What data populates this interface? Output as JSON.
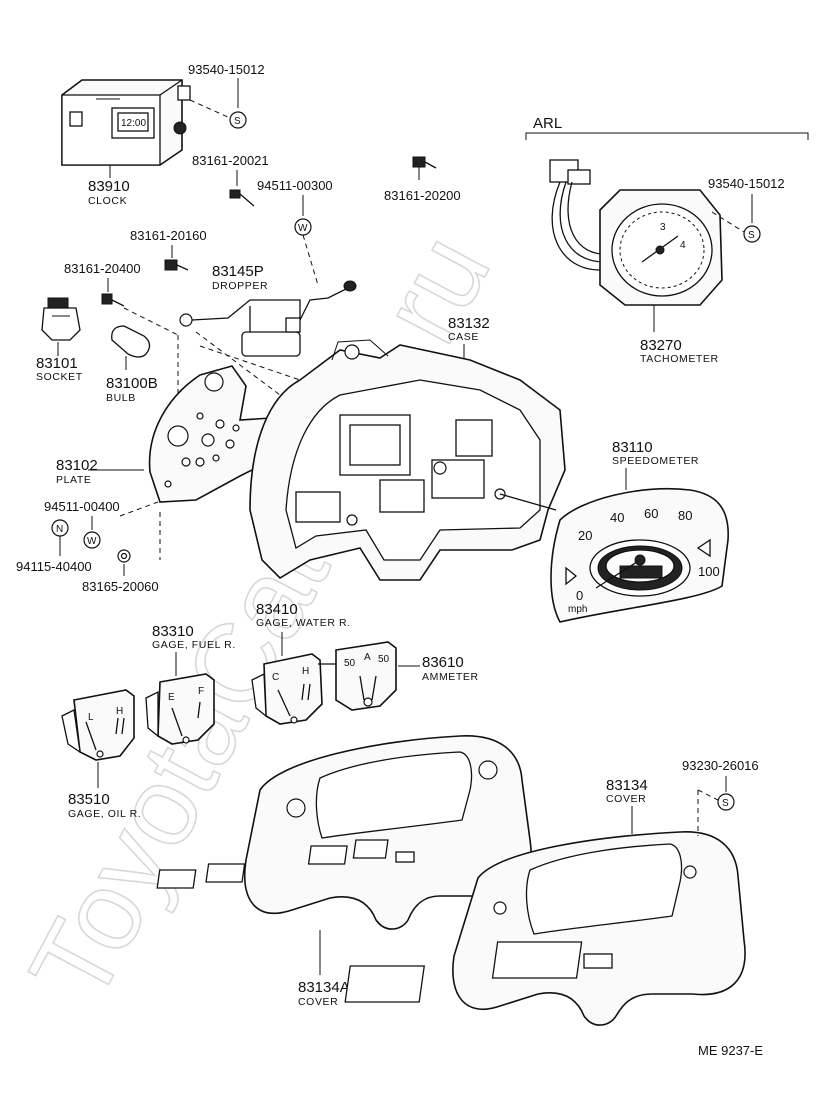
{
  "watermark": "ToyotaCatalog.ru",
  "figure_code": "ME  9237-E",
  "variant_label": "ARL",
  "parts": [
    {
      "id": "clock",
      "number": "83910",
      "name": "CLOCK"
    },
    {
      "id": "socket",
      "number": "83101",
      "name": "SOCKET"
    },
    {
      "id": "bulb",
      "number": "83100B",
      "name": "BULB"
    },
    {
      "id": "plate",
      "number": "83102",
      "name": "PLATE"
    },
    {
      "id": "dropper",
      "number": "83145P",
      "name": "DROPPER"
    },
    {
      "id": "case",
      "number": "83132",
      "name": "CASE"
    },
    {
      "id": "tachometer",
      "number": "83270",
      "name": "TACHOMETER"
    },
    {
      "id": "speedometer",
      "number": "83110",
      "name": "SPEEDOMETER"
    },
    {
      "id": "gage_fuel",
      "number": "83310",
      "name": "GAGE, FUEL R."
    },
    {
      "id": "gage_water",
      "number": "83410",
      "name": "GAGE, WATER R."
    },
    {
      "id": "ammeter",
      "number": "83610",
      "name": "AMMETER"
    },
    {
      "id": "gage_oil",
      "number": "83510",
      "name": "GAGE, OIL R."
    },
    {
      "id": "cover",
      "number": "83134",
      "name": "COVER"
    },
    {
      "id": "cover_a",
      "number": "83134A",
      "name": "COVER"
    }
  ],
  "fasteners": [
    {
      "id": "clock_screw",
      "number": "93540-15012",
      "symbol": "S"
    },
    {
      "id": "screw_20021",
      "number": "83161-20021"
    },
    {
      "id": "washer_00300",
      "number": "94511-00300",
      "symbol": "W"
    },
    {
      "id": "screw_20200",
      "number": "83161-20200"
    },
    {
      "id": "screw_20160",
      "number": "83161-20160"
    },
    {
      "id": "screw_20400",
      "number": "83161-20400"
    },
    {
      "id": "tach_screw",
      "number": "93540-15012",
      "symbol": "S"
    },
    {
      "id": "washer_00400",
      "number": "94511-00400",
      "symbol": "W"
    },
    {
      "id": "nut_40400",
      "number": "94115-40400",
      "symbol": "N"
    },
    {
      "id": "nut_20060",
      "number": "83165-20060"
    },
    {
      "id": "cover_screw",
      "number": "93230-26016",
      "symbol": "S"
    }
  ],
  "clock_display": "12:00",
  "speedometer_dial": {
    "marks": [
      "0",
      "20",
      "40",
      "60",
      "80",
      "100"
    ],
    "unit": "mph"
  },
  "tachometer_dial": [
    "3",
    "4"
  ],
  "gauge_marks": {
    "oil": [
      "L",
      "H"
    ],
    "fuel": [
      "E",
      "F"
    ],
    "water": [
      "C",
      "H"
    ],
    "ammeter": [
      "50",
      "A",
      "50"
    ]
  }
}
